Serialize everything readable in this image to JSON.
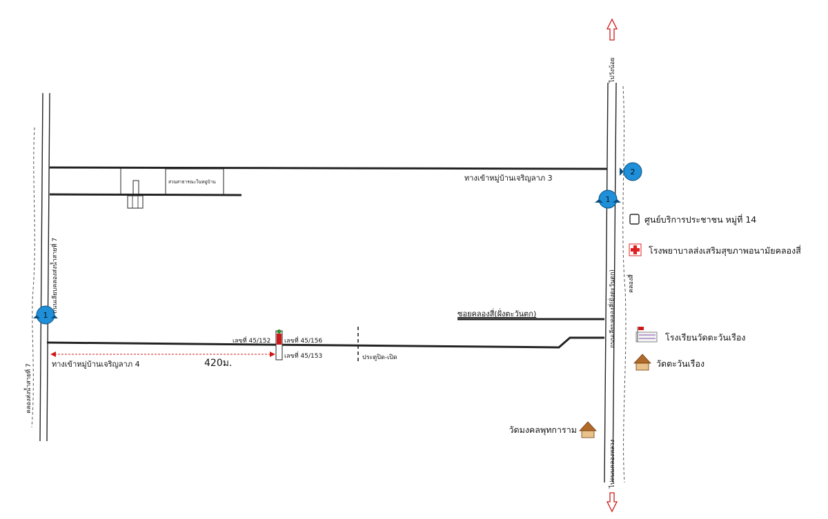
{
  "roads": {
    "left_road_label": "ถนนเลียบคลองส่งน้ำสายที่ 7",
    "left_canal_label": "คลองส่งน้ำสายที่ 7",
    "right_road_label_top": "ถนนเลียบคลองสี่(ฝั่งตะวันตก)",
    "right_road_label_bottom": "ไปถนนคลองหลวง",
    "right_canal_label": "คลองสี่",
    "top_direction": "ไปวังน้อย",
    "village_road_3": "ทางเข้าหมู่บ้านเจริญลาภ 3",
    "village_road_4": "ทางเข้าหมู่บ้านเจริญลาภ 4",
    "soi_label": "ซอยคลองสี่(ฝั่งตะวันตก)"
  },
  "markers": {
    "left_marker": "1",
    "right_marker_1": "1",
    "right_marker_2": "2"
  },
  "places": {
    "park": "สวนสาธารณะในหมู่บ้าน",
    "service_center": "ศูนย์บริการประชาชน หมู่ที่ 14",
    "hospital": "โรงพยาบาลส่งเสริมสุขภาพอนามัยคลองสี่",
    "school": "โรงเรียนวัดตะวันเรือง",
    "temple_1": "วัดตะวันเรือง",
    "temple_2": "วัดมงคลพุทการาม"
  },
  "plots": {
    "plot_a": "เลขที่ 45/152",
    "plot_b": "เลขที่ 45/156",
    "plot_c": "เลขที่ 45/153",
    "gate": "ประตูปิด-เปิด",
    "distance": "420ม."
  },
  "colors": {
    "marker_blue": "#1e8fd8",
    "distance_red": "#d01818",
    "hospital_red": "#e02020",
    "temple_brown": "#b26a2a"
  }
}
